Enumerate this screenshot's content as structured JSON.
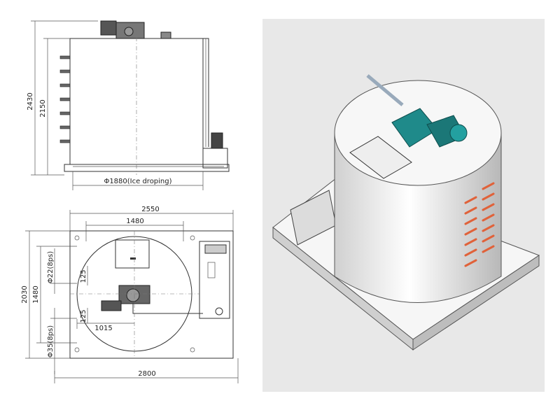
{
  "front_view": {
    "dims": {
      "height_total": "2430",
      "height_body": "2150",
      "diameter_note": "Φ1880(Ice droping)"
    }
  },
  "top_view": {
    "dims": {
      "width_frame": "2550",
      "width_inner": "1480",
      "height_frame": "2030",
      "height_inner": "1480",
      "pipe_small": "Φ22(8ps)",
      "pipe_large": "Φ35(8ps)",
      "offset_a": "125",
      "offset_b": "125",
      "offset_c": "1015",
      "width_base": "2800"
    }
  },
  "render_view": {
    "background": "#e8e8e8",
    "accents": {
      "motor": "#1f8a8a",
      "heater_rods": "#e0623a",
      "steel": "#f4f4f4"
    }
  }
}
